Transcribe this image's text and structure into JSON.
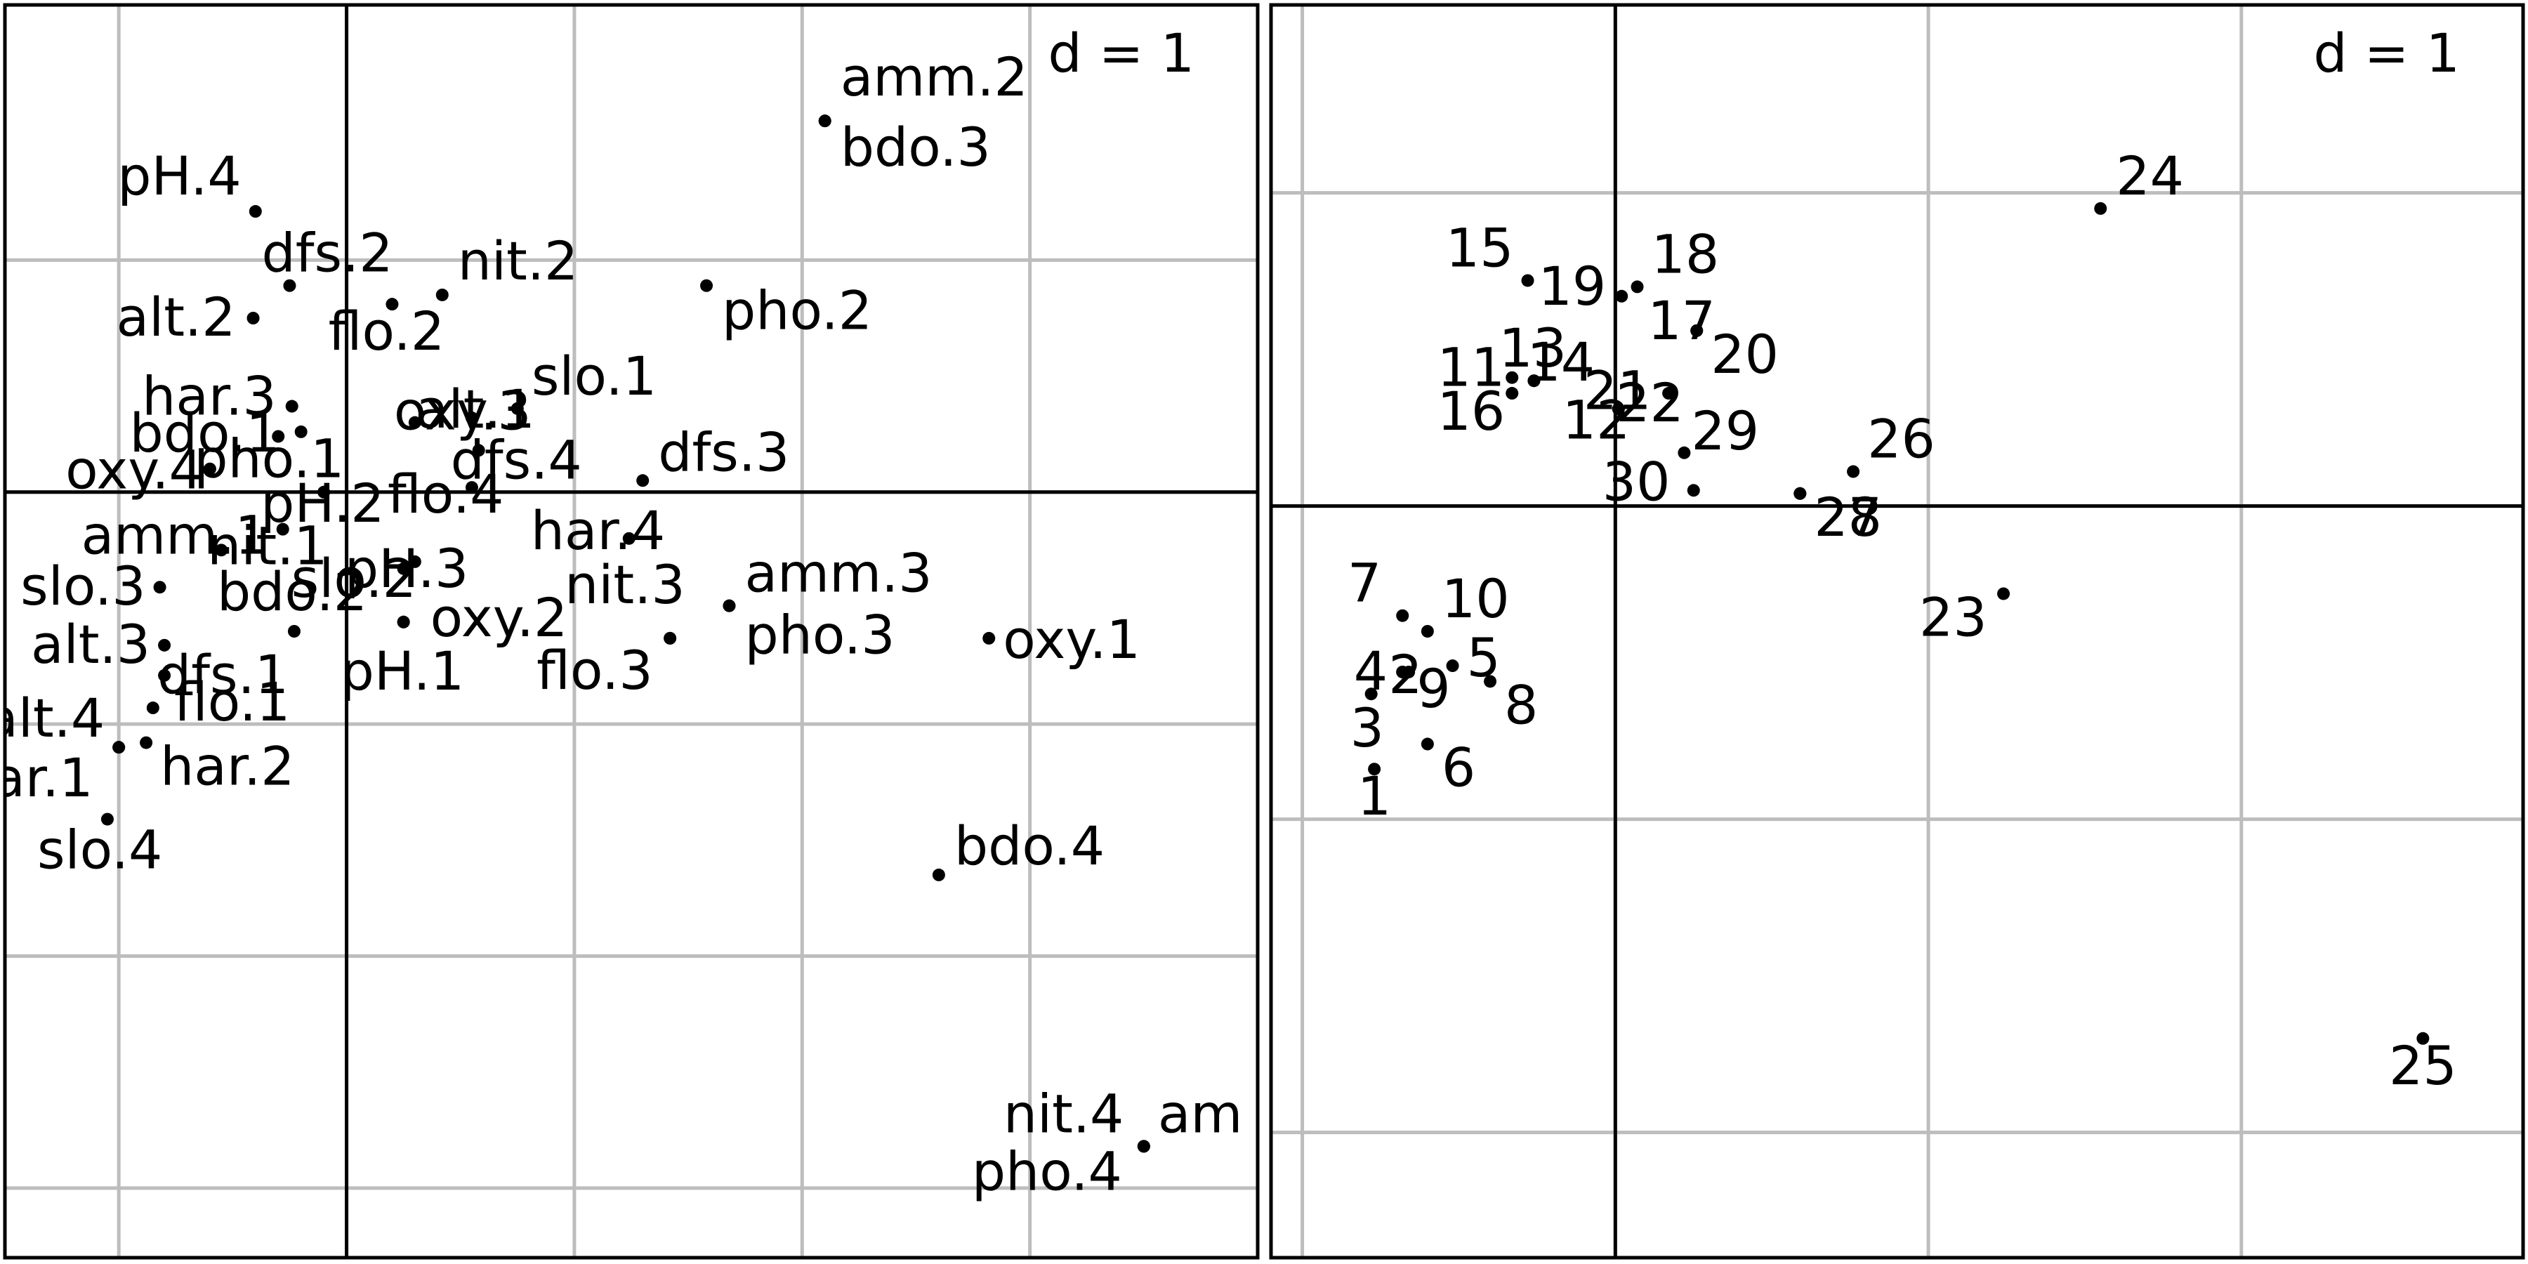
{
  "chart_data": [
    {
      "type": "scatter",
      "scale_label": "d = 1",
      "xlim": [
        -1.5,
        4.0
      ],
      "ylim": [
        -3.3,
        2.1
      ],
      "grid": true,
      "gridlines_x": [
        -1,
        0,
        1,
        2,
        3
      ],
      "gridlines_y": [
        -3,
        -2,
        -1,
        0,
        1
      ],
      "origin_lines": true,
      "points": [
        {
          "label": "amm.2",
          "x": 2.1,
          "y": 1.6
        },
        {
          "label": "bdo.3",
          "x": 2.1,
          "y": 1.6
        },
        {
          "label": "pH.4",
          "x": -0.4,
          "y": 1.21
        },
        {
          "label": "dfs.2",
          "x": -0.25,
          "y": 0.89
        },
        {
          "label": "nit.2",
          "x": 0.42,
          "y": 0.85
        },
        {
          "label": "pho.2",
          "x": 1.58,
          "y": 0.89
        },
        {
          "label": "alt.2",
          "x": -0.41,
          "y": 0.75
        },
        {
          "label": "flo.2",
          "x": 0.2,
          "y": 0.81
        },
        {
          "label": "slo.1",
          "x": 0.75,
          "y": 0.36
        },
        {
          "label": "har.3",
          "x": -0.24,
          "y": 0.37
        },
        {
          "label": "oxy.3",
          "x": 0.3,
          "y": 0.3
        },
        {
          "label": "alt.1",
          "x": 0.55,
          "y": 0.32
        },
        {
          "label": "bdo.1",
          "x": -0.2,
          "y": 0.26
        },
        {
          "label": "dfs.4",
          "x": 0.58,
          "y": 0.18
        },
        {
          "label": "pho.1",
          "x": -0.3,
          "y": 0.24
        },
        {
          "label": "flo.4",
          "x": 0.55,
          "y": 0.02
        },
        {
          "label": "dfs.3",
          "x": 1.3,
          "y": 0.05
        },
        {
          "label": "oxy.4",
          "x": -0.6,
          "y": 0.1
        },
        {
          "label": "pH.2",
          "x": -0.1,
          "y": 0.0
        },
        {
          "label": "amm.1",
          "x": -0.28,
          "y": -0.16
        },
        {
          "label": "pH.3",
          "x": 0.3,
          "y": -0.3
        },
        {
          "label": "har.4",
          "x": 1.24,
          "y": -0.2
        },
        {
          "label": "slo.3",
          "x": -0.82,
          "y": -0.41
        },
        {
          "label": "nit.1",
          "x": -0.55,
          "y": -0.25
        },
        {
          "label": "slo.2",
          "x": 0.25,
          "y": -0.33
        },
        {
          "label": "nit.3",
          "x": 1.42,
          "y": -0.63
        },
        {
          "label": "amm.3",
          "x": 1.68,
          "y": -0.49
        },
        {
          "label": "bdo.2",
          "x": -0.23,
          "y": -0.6
        },
        {
          "label": "oxy.2",
          "x": 0.25,
          "y": -0.56
        },
        {
          "label": "pho.3",
          "x": 1.68,
          "y": -0.49
        },
        {
          "label": "oxy.1",
          "x": 2.82,
          "y": -0.63
        },
        {
          "label": "alt.3",
          "x": -0.8,
          "y": -0.66
        },
        {
          "label": "pH.1",
          "x": 0.25,
          "y": -0.56
        },
        {
          "label": "flo.3",
          "x": 1.42,
          "y": -0.63
        },
        {
          "label": "dfs.1",
          "x": -0.8,
          "y": -0.79
        },
        {
          "label": "flo.1",
          "x": -0.85,
          "y": -0.93
        },
        {
          "label": "alt.4",
          "x": -1.0,
          "y": -1.1
        },
        {
          "label": "har.2",
          "x": -0.88,
          "y": -1.08
        },
        {
          "label": "ar.1",
          "x": -1.0,
          "y": -1.1
        },
        {
          "label": "slo.4",
          "x": -1.05,
          "y": -1.41
        },
        {
          "label": "bdo.4",
          "x": 2.6,
          "y": -1.65
        },
        {
          "label": "nit.4",
          "x": 3.5,
          "y": -2.82
        },
        {
          "label": "am",
          "x": 3.5,
          "y": -2.82
        },
        {
          "label": "pho.4",
          "x": 3.5,
          "y": -2.82
        }
      ]
    },
    {
      "type": "scatter",
      "scale_label": "d = 1",
      "xlim": [
        -1.1,
        2.9
      ],
      "ylim": [
        -2.4,
        1.6
      ],
      "grid": true,
      "gridlines_x": [
        -1,
        0,
        1,
        2
      ],
      "gridlines_y": [
        -2,
        -1,
        0,
        1
      ],
      "origin_lines": true,
      "points": [
        {
          "label": "24",
          "x": 1.55,
          "y": 0.95
        },
        {
          "label": "15",
          "x": -0.28,
          "y": 0.72
        },
        {
          "label": "19",
          "x": 0.02,
          "y": 0.67
        },
        {
          "label": "18",
          "x": 0.07,
          "y": 0.7
        },
        {
          "label": "17",
          "x": 0.26,
          "y": 0.56
        },
        {
          "label": "20",
          "x": 0.26,
          "y": 0.56
        },
        {
          "label": "11",
          "x": -0.33,
          "y": 0.41
        },
        {
          "label": "13",
          "x": -0.26,
          "y": 0.4
        },
        {
          "label": "14",
          "x": -0.26,
          "y": 0.4
        },
        {
          "label": "16",
          "x": -0.33,
          "y": 0.36
        },
        {
          "label": "21",
          "x": 0.01,
          "y": 0.31
        },
        {
          "label": "12",
          "x": 0.01,
          "y": 0.31
        },
        {
          "label": "22",
          "x": 0.17,
          "y": 0.36
        },
        {
          "label": "29",
          "x": 0.22,
          "y": 0.17
        },
        {
          "label": "26",
          "x": 0.76,
          "y": 0.11
        },
        {
          "label": "30",
          "x": 0.25,
          "y": 0.05
        },
        {
          "label": "27",
          "x": 0.59,
          "y": 0.04
        },
        {
          "label": "28",
          "x": 0.59,
          "y": 0.04
        },
        {
          "label": "7",
          "x": -0.68,
          "y": -0.35
        },
        {
          "label": "10",
          "x": -0.6,
          "y": -0.4
        },
        {
          "label": "2",
          "x": -0.68,
          "y": -0.53
        },
        {
          "label": "23",
          "x": 1.24,
          "y": -0.28
        },
        {
          "label": "4",
          "x": -0.66,
          "y": -0.53
        },
        {
          "label": "5",
          "x": -0.52,
          "y": -0.51
        },
        {
          "label": "9",
          "x": -0.68,
          "y": -0.53
        },
        {
          "label": "8",
          "x": -0.4,
          "y": -0.56
        },
        {
          "label": "3",
          "x": -0.78,
          "y": -0.6
        },
        {
          "label": "6",
          "x": -0.6,
          "y": -0.76
        },
        {
          "label": "1",
          "x": -0.77,
          "y": -0.84
        },
        {
          "label": "25",
          "x": 2.58,
          "y": -1.7
        }
      ]
    }
  ]
}
